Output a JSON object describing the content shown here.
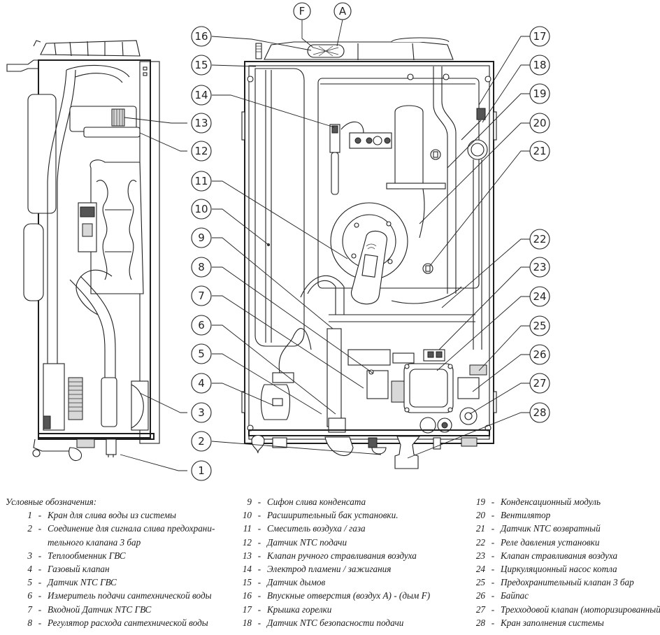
{
  "diagram": {
    "title": "Устройство котла (вид сбоку и спереди)",
    "top_callouts": [
      {
        "id": "F",
        "label": "F"
      },
      {
        "id": "A",
        "label": "A"
      }
    ],
    "callouts": [
      "1",
      "2",
      "3",
      "4",
      "5",
      "6",
      "7",
      "8",
      "9",
      "10",
      "11",
      "12",
      "13",
      "14",
      "15",
      "16",
      "17",
      "18",
      "19",
      "20",
      "21",
      "22",
      "23",
      "24",
      "25",
      "26",
      "27",
      "28"
    ]
  },
  "legend": {
    "title": "Условные обозначения:",
    "items": [
      {
        "num": "1",
        "text": "Кран для слива воды из системы"
      },
      {
        "num": "2",
        "text": "Соединение для сигнала слива предохрани-",
        "cont": "тельного клапана 3 бар"
      },
      {
        "num": "3",
        "text": "Теплообменник ГВС"
      },
      {
        "num": "4",
        "text": "Газовый клапан"
      },
      {
        "num": "5",
        "text": "Датчик NTC ГВС"
      },
      {
        "num": "6",
        "text": "Измеритель подачи сантехнической воды"
      },
      {
        "num": "7",
        "text": "Входной Датчик NTC ГВС"
      },
      {
        "num": "8",
        "text": "Регулятор расхода сантехнической воды"
      },
      {
        "num": "9",
        "text": "Сифон слива конденсата"
      },
      {
        "num": "10",
        "text": "Расширительный бак установки."
      },
      {
        "num": "11",
        "text": "Смеситель воздуха / газа"
      },
      {
        "num": "12",
        "text": "Датчик NTC подачи"
      },
      {
        "num": "13",
        "text": "Клапан ручного стравливания воздуха"
      },
      {
        "num": "14",
        "text": "Электрод пламени / зажигания"
      },
      {
        "num": "15",
        "text": "Датчик дымов"
      },
      {
        "num": "16",
        "text": "Впускные отверстия (воздух A) - (дым F)"
      },
      {
        "num": "17",
        "text": "Крышка горелки"
      },
      {
        "num": "18",
        "text": "Датчик NTC безопасности подачи"
      },
      {
        "num": "19",
        "text": "Конденсационный модуль"
      },
      {
        "num": "20",
        "text": "Вентилятор"
      },
      {
        "num": "21",
        "text": "Датчик NTC возвратный"
      },
      {
        "num": "22",
        "text": "Реле давления установки"
      },
      {
        "num": "23",
        "text": "Клапан стравливания воздуха"
      },
      {
        "num": "24",
        "text": "Циркуляционный насос котла"
      },
      {
        "num": "25",
        "text": "Предохранительный клапан 3 бар"
      },
      {
        "num": "26",
        "text": "Байпас"
      },
      {
        "num": "27",
        "text": "Трехходовой клапан  (моторизированный)"
      },
      {
        "num": "28",
        "text": "Кран заполнения системы"
      }
    ],
    "separator": "-"
  }
}
